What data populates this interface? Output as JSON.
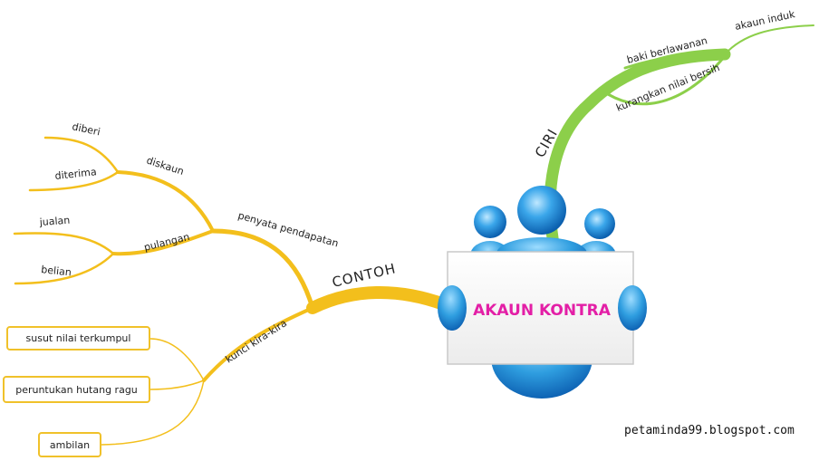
{
  "central": {
    "title": "AKAUN KONTRA"
  },
  "branches": {
    "ciri": {
      "label": "CIRI",
      "children": [
        "baki berlawanan",
        "kurangkan nilai bersih"
      ],
      "leaf": "akaun induk"
    },
    "contoh": {
      "label": "CONTOH",
      "penyata": {
        "label": "penyata pendapatan",
        "diskaun": {
          "label": "diskaun",
          "children": [
            "diberi",
            "diterima"
          ]
        },
        "pulangan": {
          "label": "pulangan",
          "children": [
            "jualan",
            "belian"
          ]
        }
      },
      "kunci": {
        "label": "kunci kira-kira",
        "children": [
          "susut nilai terkumpul",
          "peruntukan hutang ragu",
          "ambilan"
        ]
      }
    }
  },
  "credit": "petaminda99.blogspot.com",
  "colors": {
    "yellow": "#f3bf1c",
    "green": "#8ccf4a",
    "pink": "#e31fa6",
    "blue": "#2f9ee0"
  }
}
